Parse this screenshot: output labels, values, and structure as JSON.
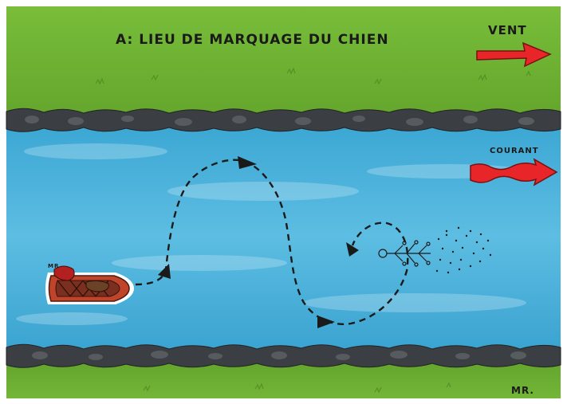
{
  "title": "A: LIEU DE MARQUAGE DU CHIEN",
  "wind": {
    "label": "VENT",
    "color": "#e8262a"
  },
  "current": {
    "label": "COURANT",
    "color": "#e8262a"
  },
  "signature": "MR.",
  "boat_tag": "MR",
  "colors": {
    "grass": "#6fb332",
    "grass_dark": "#5a9a2a",
    "water": "#4fb3d9",
    "water_light": "#7dcbe8",
    "rocks": "#3a3d40",
    "boat": "#c0442a",
    "path": "#1a1a1a"
  }
}
